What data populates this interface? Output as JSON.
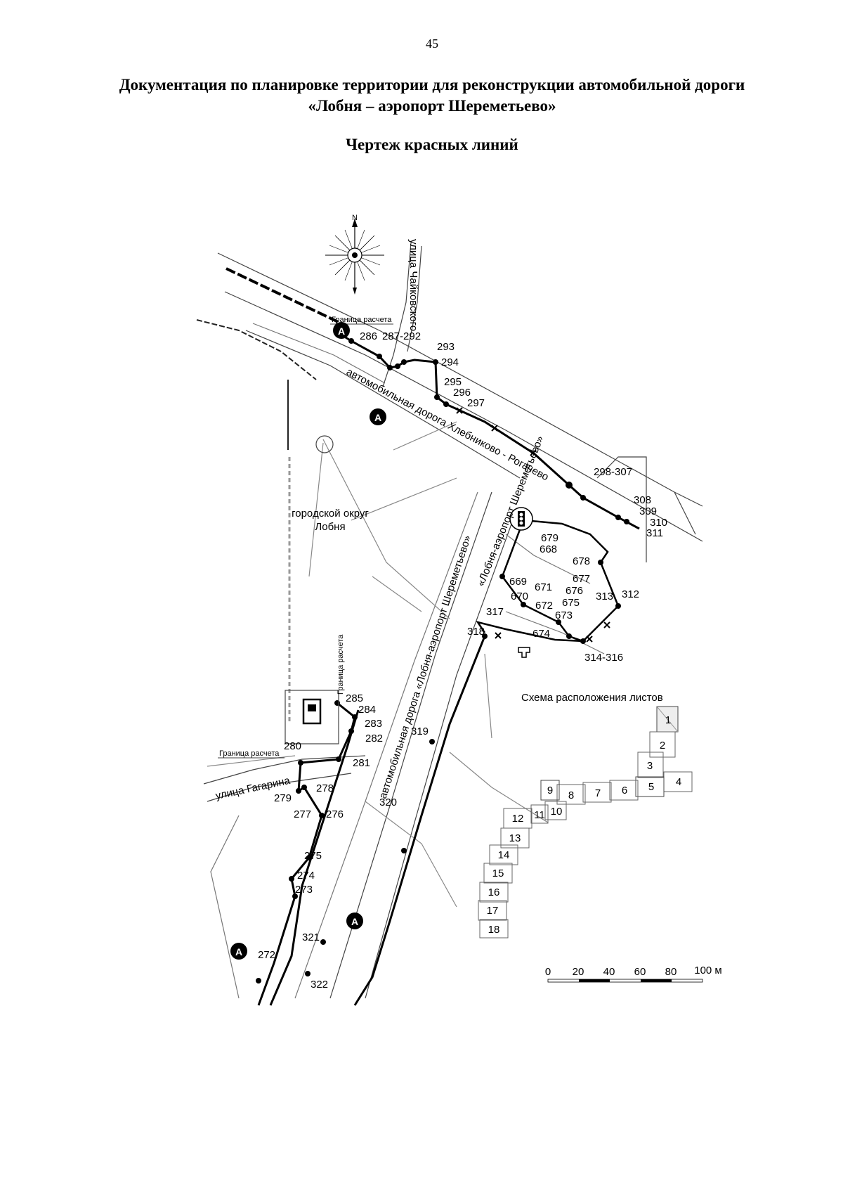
{
  "page": {
    "number": "45",
    "title_line1": "Документация по планировке территории для реконструкции автомобильной дороги",
    "title_line2": "«Лобня – аэропорт Шереметьево»",
    "subtitle": "Чертеж красных линий"
  },
  "map": {
    "north_label": "N",
    "district_line1": "городской округ",
    "district_line2": "Лобня",
    "boundary_label": "Граница расчета",
    "streets": {
      "chaikovskogo": "улица Чайковского",
      "gagarina": "улица Гагарина",
      "khlebnikovo": "автомобильная дорога Хлебниково - Рогачево",
      "sheremetyevo_upper": "«Лобня-аэропорт Шереметьево»",
      "sheremetyevo_lower": "автомобильная дорога «Лобня-аэропорт Шереметьево»"
    },
    "bus_stop_symbol": "A",
    "points": {
      "286": "286",
      "287_292": "287-292",
      "293": "293",
      "294": "294",
      "295": "295",
      "296": "296",
      "297": "297",
      "298_307": "298-307",
      "308": "308",
      "309": "309",
      "310": "310",
      "311": "311",
      "312": "312",
      "313": "313",
      "314_316": "314-316",
      "317": "317",
      "318": "318",
      "319": "319",
      "320": "320",
      "321": "321",
      "322": "322",
      "668": "668",
      "669": "669",
      "670": "670",
      "671": "671",
      "672": "672",
      "673": "673",
      "674": "674",
      "675": "675",
      "676": "676",
      "677": "677",
      "678": "678",
      "679": "679",
      "272": "272",
      "273": "273",
      "274": "274",
      "275": "275",
      "276": "276",
      "277": "277",
      "278": "278",
      "279": "279",
      "280": "280",
      "281": "281",
      "282": "282",
      "283": "283",
      "284": "284",
      "285": "285"
    }
  },
  "sheet_scheme": {
    "title": "Схема расположения листов",
    "sheets": [
      "1",
      "2",
      "3",
      "4",
      "5",
      "6",
      "7",
      "8",
      "9",
      "10",
      "11",
      "12",
      "13",
      "14",
      "15",
      "16",
      "17",
      "18"
    ]
  },
  "scale_bar": {
    "ticks": [
      "0",
      "20",
      "40",
      "60",
      "80",
      "100 м"
    ]
  }
}
